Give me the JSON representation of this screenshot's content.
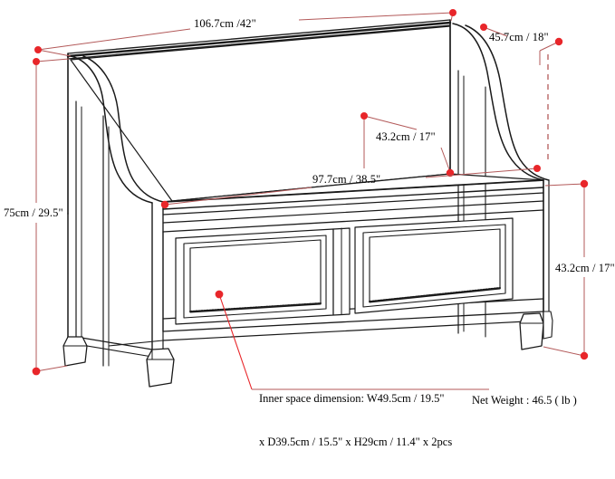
{
  "diagram": {
    "title": "Storage bench dimension drawing",
    "colors": {
      "dimension_line": "#b35a5a",
      "dimension_dot": "#e8262a",
      "outline": "#1a1a1a",
      "background": "#ffffff"
    },
    "dimensions": {
      "overall_width": "106.7cm /42\"",
      "overall_depth": "45.7cm / 18\"",
      "seat_depth": "43.2cm / 17\"",
      "seat_width": "97.7cm / 38.5\"",
      "overall_height": "75cm / 29.5\"",
      "lower_section_height": "43.2cm / 17\""
    },
    "notes": {
      "inner_space_line1": "Inner space dimension: W49.5cm / 19.5\"",
      "inner_space_line2": "x D39.5cm / 15.5\" x H29cm / 11.4\" x 2pcs",
      "net_weight": "Net Weight : 46.5 ( lb )"
    }
  }
}
